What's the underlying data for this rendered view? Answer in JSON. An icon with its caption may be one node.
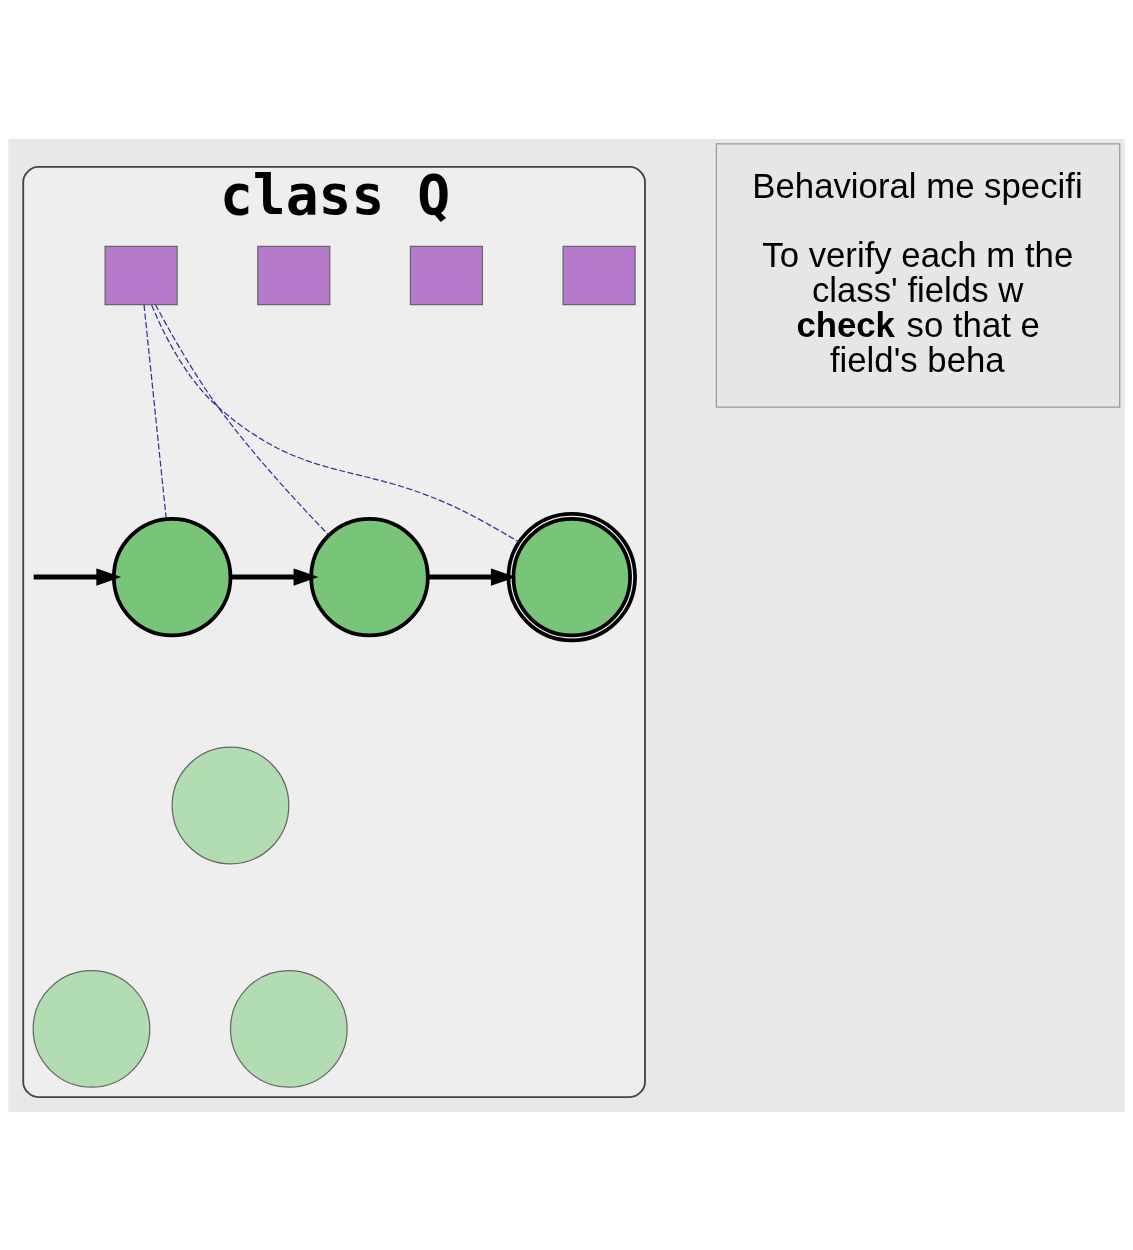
{
  "diagram": {
    "nodes": [
      {
        "text": [
          "class Q"
        ]
      },
      {
        "text": [],
        "shape": "box",
        "in": 0
      },
      {
        "text": [],
        "shape": "box",
        "in": 0
      },
      {
        "text": [],
        "shape": "box",
        "in": 0
      },
      {
        "text": [],
        "shape": "box",
        "in": 0
      },
      {
        "text": [],
        "shape": "circle",
        "in": 0
      },
      {
        "text": [],
        "shape": "circle",
        "in": 0
      },
      {
        "text": [],
        "shape": "doublecircle",
        "in": 0
      },
      {
        "text": [],
        "shape": "circle",
        "in": 0
      },
      {
        "text": [],
        "shape": "circle",
        "in": 0
      },
      {
        "text": [],
        "shape": "circle",
        "in": 0
      },
      {
        "text": [
          "Behavioral me specifi",
          "To verify each m the class' fields w **check** so that e field's beha"
        ]
      }
    ],
    "edges": [
      {
        "from": null,
        "to": 5,
        "arrow": "to",
        "style": "thick"
      },
      {
        "from": 5,
        "to": 6,
        "arrow": "to",
        "style": "thick"
      },
      {
        "from": 6,
        "to": 7,
        "arrow": "to",
        "style": "thick"
      },
      {
        "from": 1,
        "to": 5,
        "arrow": "none",
        "style": "dashed",
        "color": "#333399"
      },
      {
        "from": 1,
        "to": 6,
        "arrow": "none",
        "style": "dashed",
        "color": "#333399"
      },
      {
        "from": 1,
        "to": 7,
        "arrow": "none",
        "style": "dashed",
        "color": "#333399"
      }
    ]
  }
}
